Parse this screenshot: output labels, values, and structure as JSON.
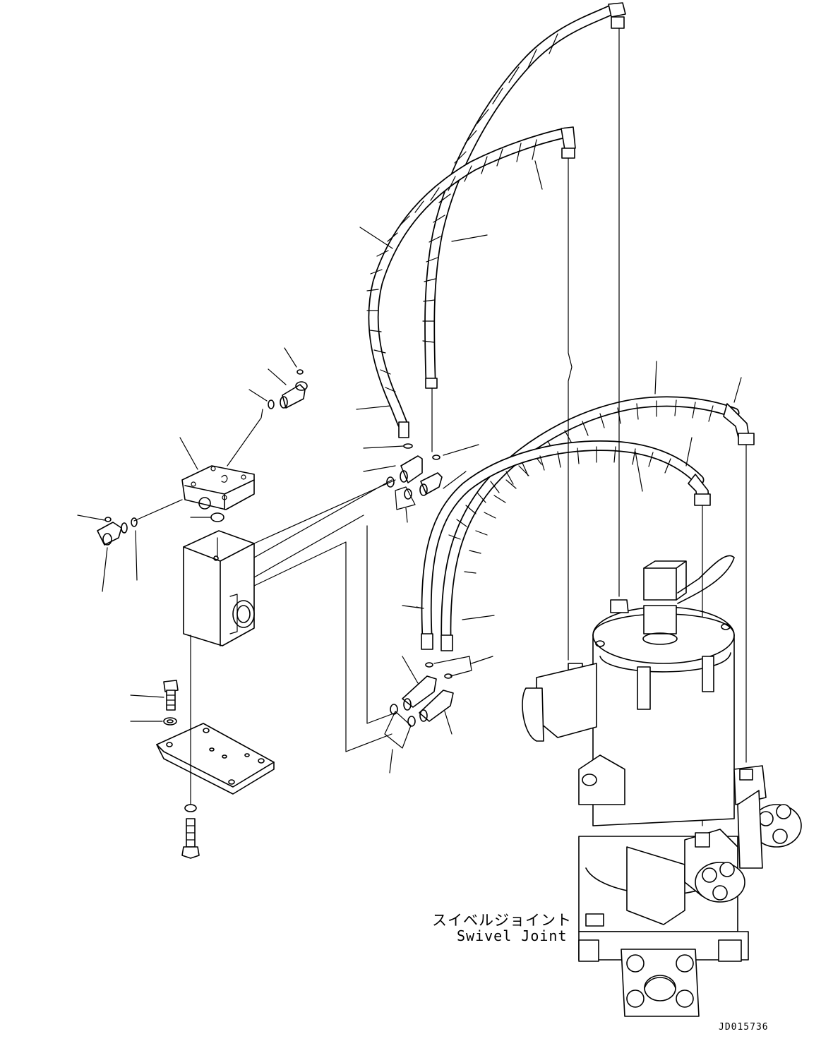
{
  "diagram": {
    "component_label_jp": "スイベルジョイント",
    "component_label_en": "Swivel Joint",
    "drawing_code": "JD015736"
  }
}
